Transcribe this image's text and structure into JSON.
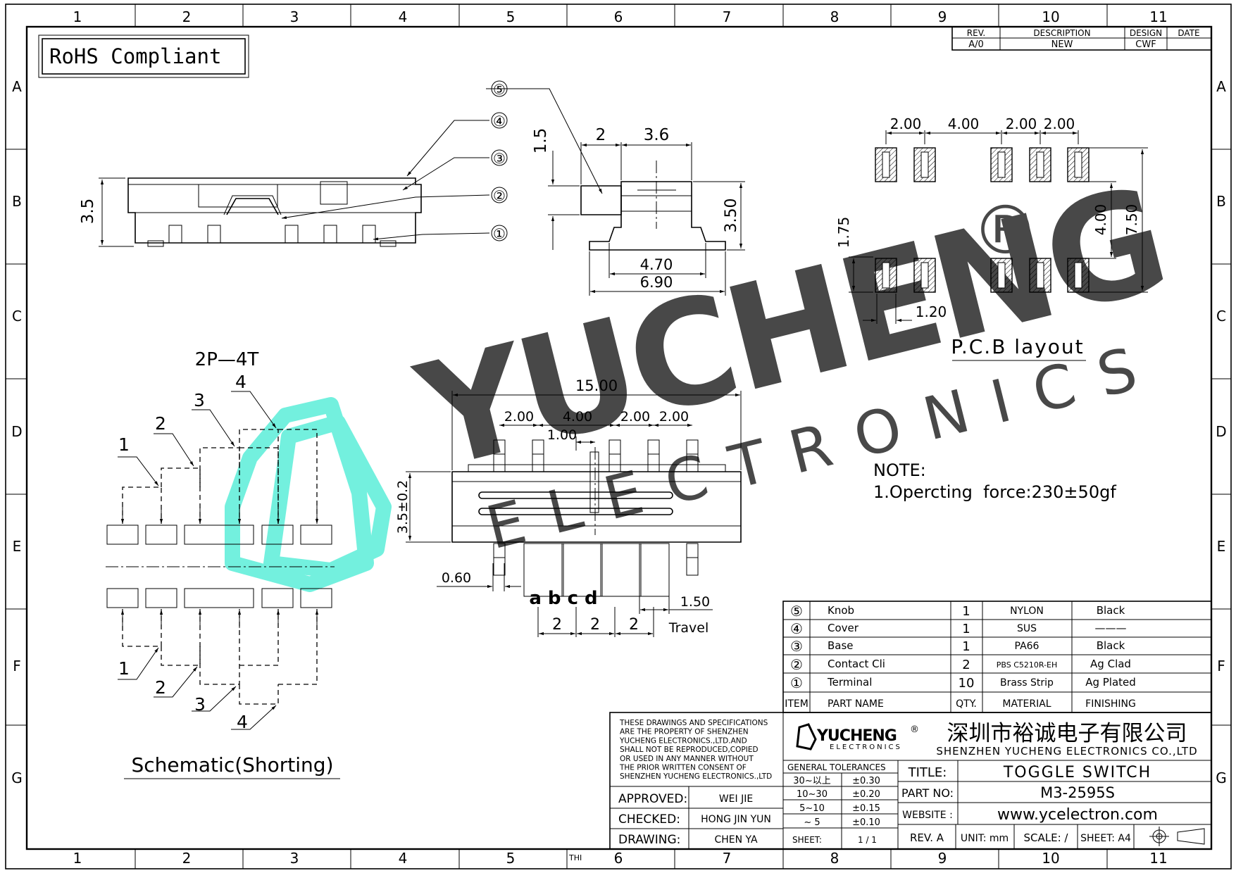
{
  "frame": {
    "columns": [
      "1",
      "2",
      "3",
      "4",
      "5",
      "6",
      "7",
      "8",
      "9",
      "10",
      "11"
    ],
    "rows": [
      "A",
      "B",
      "C",
      "D",
      "E",
      "F",
      "G"
    ]
  },
  "rohs": "RoHS Compliant",
  "revision": {
    "headers": [
      "REV.",
      "DESCRIPTION",
      "DESIGN",
      "DATE"
    ],
    "row": [
      "A/0",
      "NEW",
      "CWF",
      ""
    ]
  },
  "side_view": {
    "dim_height": "3.5",
    "balloons": [
      "⑤",
      "④",
      "③",
      "②",
      "①"
    ]
  },
  "end_view": {
    "dims": [
      "2",
      "3.6",
      "1.5",
      "3.50",
      "4.70",
      "6.90"
    ]
  },
  "pcb_layout": {
    "dims_top": [
      "2.00",
      "4.00",
      "2.00",
      "2.00"
    ],
    "dim_left": "1.75",
    "dim_right_inner": "4.00",
    "dim_right_outer": "7.50",
    "dim_pad": "1.20",
    "label": "P.C.B layout"
  },
  "schematic": {
    "title": "2P—4T",
    "numbers_top": [
      "1",
      "2",
      "3",
      "4"
    ],
    "numbers_bottom": [
      "1",
      "2",
      "3",
      "4"
    ],
    "label": "Schematic(Shorting)"
  },
  "front_view": {
    "dim_overall": "15.00",
    "dims_top": [
      "2.00",
      "4.00",
      "2.00",
      "2.00"
    ],
    "dim_offset": "1.00",
    "dim_height": "3.5±0.2",
    "dim_pin": "0.60",
    "dim_pitch": [
      "2",
      "2",
      "2"
    ],
    "dim_travel": "1.50",
    "travel_label": "Travel",
    "positions": "a b c d"
  },
  "note": {
    "title": "NOTE:",
    "line1": "1.Opercting  force:230±50gf"
  },
  "watermark": {
    "brand": "YUCHENG",
    "registered": "®",
    "sub": "ELECTRONICS"
  },
  "bom": {
    "rows": [
      {
        "item": "⑤",
        "name": "Knob",
        "qty": "1",
        "material": "NYLON",
        "finish": "Black"
      },
      {
        "item": "④",
        "name": "Cover",
        "qty": "1",
        "material": "SUS",
        "finish": "———"
      },
      {
        "item": "③",
        "name": "Base",
        "qty": "1",
        "material": "PA66",
        "finish": "Black"
      },
      {
        "item": "②",
        "name": "Contact Cli",
        "qty": "2",
        "material": "PBS C5210R-EH",
        "finish": "Ag Clad"
      },
      {
        "item": "①",
        "name": "Terminal",
        "qty": "10",
        "material": "Brass Strip",
        "finish": "Ag Plated"
      }
    ],
    "header": {
      "item": "ITEM",
      "name": "PART NAME",
      "qty": "QTY.",
      "material": "MATERIAL",
      "finish": "FINISHING"
    }
  },
  "title_block": {
    "copyright": [
      "THESE DRAWINGS AND SPECIFICATIONS",
      "ARE THE PROPERTY OF SHENZHEN",
      "YUCHENG ELECTRONICS.,LTD.AND",
      "SHALL NOT BE REPRODUCED,COPIED",
      "OR USED IN ANY MANNER WITHOUT",
      "THE PRIOR WRITTEN CONSENT OF",
      "SHENZHEN YUCHENG ELECTRONICS.,LTD"
    ],
    "logo_brand": "YUCHENG",
    "logo_reg": "®",
    "logo_sub": "ELECTRONICS",
    "company_cn": "深圳市裕诚电子有限公司",
    "company_en": "SHENZHEN YUCHENG ELECTRONICS CO.,LTD",
    "tolerance_title": "GENERAL TOLERANCES",
    "tolerances": [
      {
        "range": "30~以上",
        "value": "±0.30"
      },
      {
        "range": "10~30",
        "value": "±0.20"
      },
      {
        "range": "5~10",
        "value": "±0.15"
      },
      {
        "range": "~ 5",
        "value": "±0.10"
      }
    ],
    "sheet_label": "SHEET:",
    "sheet_value": "1 / 1",
    "approved_label": "APPROVED:",
    "approved": "WEI JIE",
    "checked_label": "CHECKED:",
    "checked": "HONG JIN YUN",
    "drawing_label": "DRAWING:",
    "drawing": "CHEN YA",
    "title_label": "TITLE:",
    "title": "TOGGLE  SWITCH",
    "part_label": "PART NO:",
    "part": "M3-2595S",
    "website_label": "WEBSITE :",
    "website": "www.ycelectron.com",
    "rev": "REV. A",
    "unit": "UNIT: mm",
    "scale": "SCALE: /",
    "sheet_size": "SHEET: A4",
    "thi": "THI"
  }
}
